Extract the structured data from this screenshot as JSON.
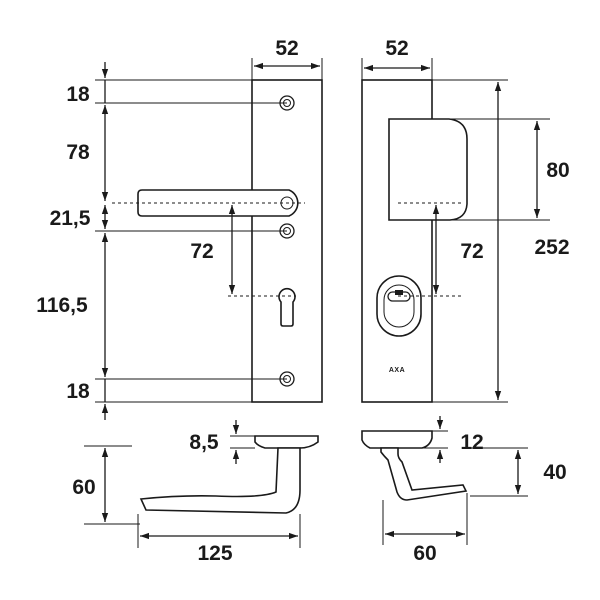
{
  "drawing": {
    "brand_mark": "AXA",
    "front_view": {
      "width_label": "52",
      "top_hole_offset_label": "18",
      "hole_to_handle_label": "78",
      "handle_to_hole_label": "21,5",
      "hole_to_cylinder_label": "116,5",
      "bottom_hole_offset_label": "18",
      "handle_to_cylinder_label": "72"
    },
    "side_view": {
      "width_label": "52",
      "cover_height_label": "80",
      "plate_height_label": "252",
      "handle_to_cylinder_label": "72"
    },
    "handle_top_view": {
      "rose_thickness_label": "8,5",
      "projection_label": "60",
      "length_label": "125"
    },
    "handle_side_view": {
      "rose_thickness_label": "12",
      "projection_label": "40",
      "width_label": "60"
    }
  }
}
